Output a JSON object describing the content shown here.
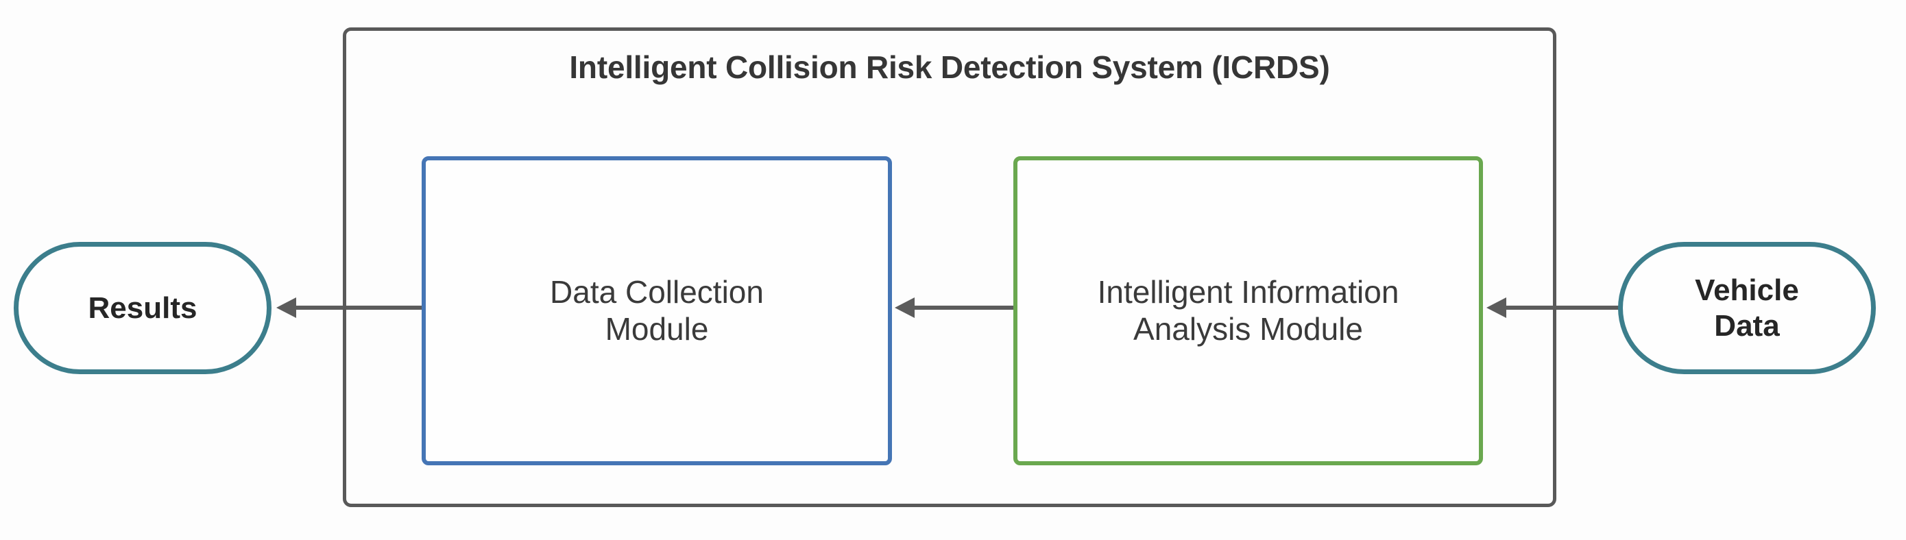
{
  "diagram": {
    "title": "Intelligent Collision Risk Detection System (ICRDS)",
    "system_container": {
      "label": "Intelligent Collision Risk Detection System (ICRDS)",
      "border_color": "#595959"
    },
    "nodes": [
      {
        "id": "results",
        "label": "Results",
        "shape": "stadium",
        "border_color": "#3c7e8c",
        "fill_color": "#fefefe",
        "text_color": "#262626"
      },
      {
        "id": "data-collection-module",
        "label": "Data Collection Module",
        "line1": "Data Collection",
        "line2": "Module",
        "shape": "rectangle",
        "border_color": "#4575b5",
        "fill_color": "#fefefe",
        "text_color": "#3a3a3a"
      },
      {
        "id": "analysis-module",
        "label": "Intelligent Information Analysis Module",
        "line1": "Intelligent Information",
        "line2": "Analysis Module",
        "shape": "rectangle",
        "border_color": "#6aa84f",
        "fill_color": "#fefefe",
        "text_color": "#3a3a3a"
      },
      {
        "id": "vehicle-data",
        "label": "Vehicle Data",
        "line1": "Vehicle",
        "line2": "Data",
        "shape": "stadium",
        "border_color": "#3c7e8c",
        "fill_color": "#fefefe",
        "text_color": "#262626"
      }
    ],
    "edges": [
      {
        "id": "vehicle-to-analysis",
        "from": "vehicle-data",
        "to": "analysis-module",
        "direction": "right-to-left",
        "label": "",
        "color": "#5c5c5c"
      },
      {
        "id": "analysis-to-collection",
        "from": "analysis-module",
        "to": "data-collection-module",
        "direction": "right-to-left",
        "label": "",
        "color": "#5c5c5c"
      },
      {
        "id": "collection-to-results",
        "from": "data-collection-module",
        "to": "results",
        "direction": "right-to-left",
        "label": "",
        "color": "#5c5c5c"
      }
    ]
  }
}
